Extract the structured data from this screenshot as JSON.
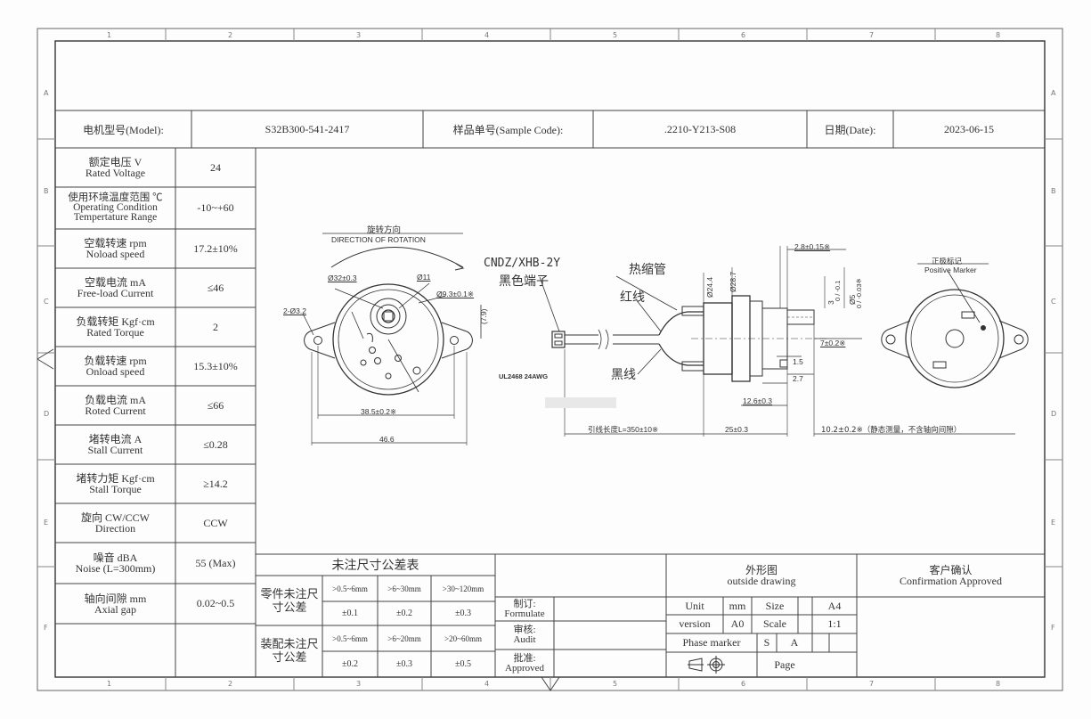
{
  "header": {
    "model_label": "电机型号(Model):",
    "model_value": "S32B300-541-2417",
    "sample_label": "样品单号(Sample Code):",
    "sample_value": ".2210-Y213-S08",
    "date_label": "日期(Date):",
    "date_value": "2023-06-15"
  },
  "zones": {
    "cols": [
      "1",
      "2",
      "3",
      "4",
      "5",
      "6",
      "7",
      "8"
    ],
    "rows": [
      "A",
      "B",
      "C",
      "D",
      "E",
      "F"
    ]
  },
  "specs": [
    {
      "cn": "额定电压 V",
      "en": "Rated Voltage",
      "value": "24"
    },
    {
      "cn": "使用环境温度范围 ℃",
      "en": "Operating Condition",
      "en2": "Tempertature Range",
      "value": "-10~+60"
    },
    {
      "cn": "空载转速 rpm",
      "en": "Noload speed",
      "value": "17.2±10%"
    },
    {
      "cn": "空载电流 mA",
      "en": "Free-load Current",
      "value": "≤46"
    },
    {
      "cn": "负载转矩 Kgf·cm",
      "en": "Rated Torque",
      "value": "2"
    },
    {
      "cn": "负载转速 rpm",
      "en": "Onload speed",
      "value": "15.3±10%"
    },
    {
      "cn": "负载电流 mA",
      "en": "Roted Current",
      "value": "≤66"
    },
    {
      "cn": "堵转电流 A",
      "en": "Stall Current",
      "value": "≤0.28"
    },
    {
      "cn": "堵转力矩 Kgf·cm",
      "en": "Stall Torque",
      "value": "≥14.2"
    },
    {
      "cn": "旋向 CW/CCW",
      "en": "Direction",
      "value": "CCW"
    },
    {
      "cn": "噪音 dBA",
      "en": "Noise (L=300mm)",
      "value": "55 (Max)"
    },
    {
      "cn": "轴向间隙 mm",
      "en": "Axial gap",
      "value": "0.02~0.5"
    }
  ],
  "drawing": {
    "rotation_cn": "旋转方向",
    "rotation_en": "DIRECTION OF ROTATION",
    "d_mount": "Ø32±0.3",
    "d_11": "Ø11",
    "d_93": "Ø9.3±0.1※",
    "holes": "2-Ø3.2",
    "d_79": "(7.9)",
    "d_385": "38.5±0.2※",
    "d_466": "46.6",
    "connector": "CNDZ/XHB-2Y",
    "connector_cn": "黑色端子",
    "wire_spec": "UL2468 24AWG",
    "heat_shrink": "热缩管",
    "red_wire": "红线",
    "black_wire": "黑线",
    "lead_length": "引线长度L=350±10※",
    "d_25": "25±0.3",
    "d_28": "2.8±0.15※",
    "d_244": "Ø24.4",
    "d_287": "Ø28.7",
    "d_7": "7±0.2※",
    "d_15": "1.5",
    "d_27": "2.7",
    "d_126": "12.6±0.3",
    "d_3": "3",
    "d_3tol": "0 / -0.1",
    "d_5": "Ø5",
    "d_5tol": "0 / -0.03※",
    "d_102": "10.2±0.2※（静态测量，不含轴向间隙）",
    "positive_cn": "正极标记",
    "positive_en": "Positive Marker"
  },
  "tolerance": {
    "title": "未注尺寸公差表",
    "part_label": "零件未注尺寸公差",
    "assembly_label": "装配未注尺寸公差",
    "part_ranges": [
      ">0.5~6mm",
      ">6~30mm",
      ">30~120mm"
    ],
    "part_values": [
      "±0.1",
      "±0.2",
      "±0.3"
    ],
    "assembly_ranges": [
      ">0.5~6mm",
      ">6~20mm",
      ">20~60mm"
    ],
    "assembly_values": [
      "±0.2",
      "±0.3",
      "±0.5"
    ]
  },
  "signoff": {
    "formulate_cn": "制订:",
    "formulate_en": "Formulate",
    "audit_cn": "审核:",
    "audit_en": "Audit",
    "approved_cn": "批准:",
    "approved_en": "Approved"
  },
  "titleblock": {
    "outline_cn": "外形图",
    "outline_en": "outside drawing",
    "confirm_cn": "客户确认",
    "confirm_en": "Confirmation Approved",
    "unit_label": "Unit",
    "unit_value": "mm",
    "size_label": "Size",
    "size_value": "A4",
    "version_label": "version",
    "version_value": "A0",
    "scale_label": "Scale",
    "scale_value": "1:1",
    "phase_label": "Phase marker",
    "phase_s": "S",
    "phase_a": "A",
    "page_label": "Page"
  }
}
